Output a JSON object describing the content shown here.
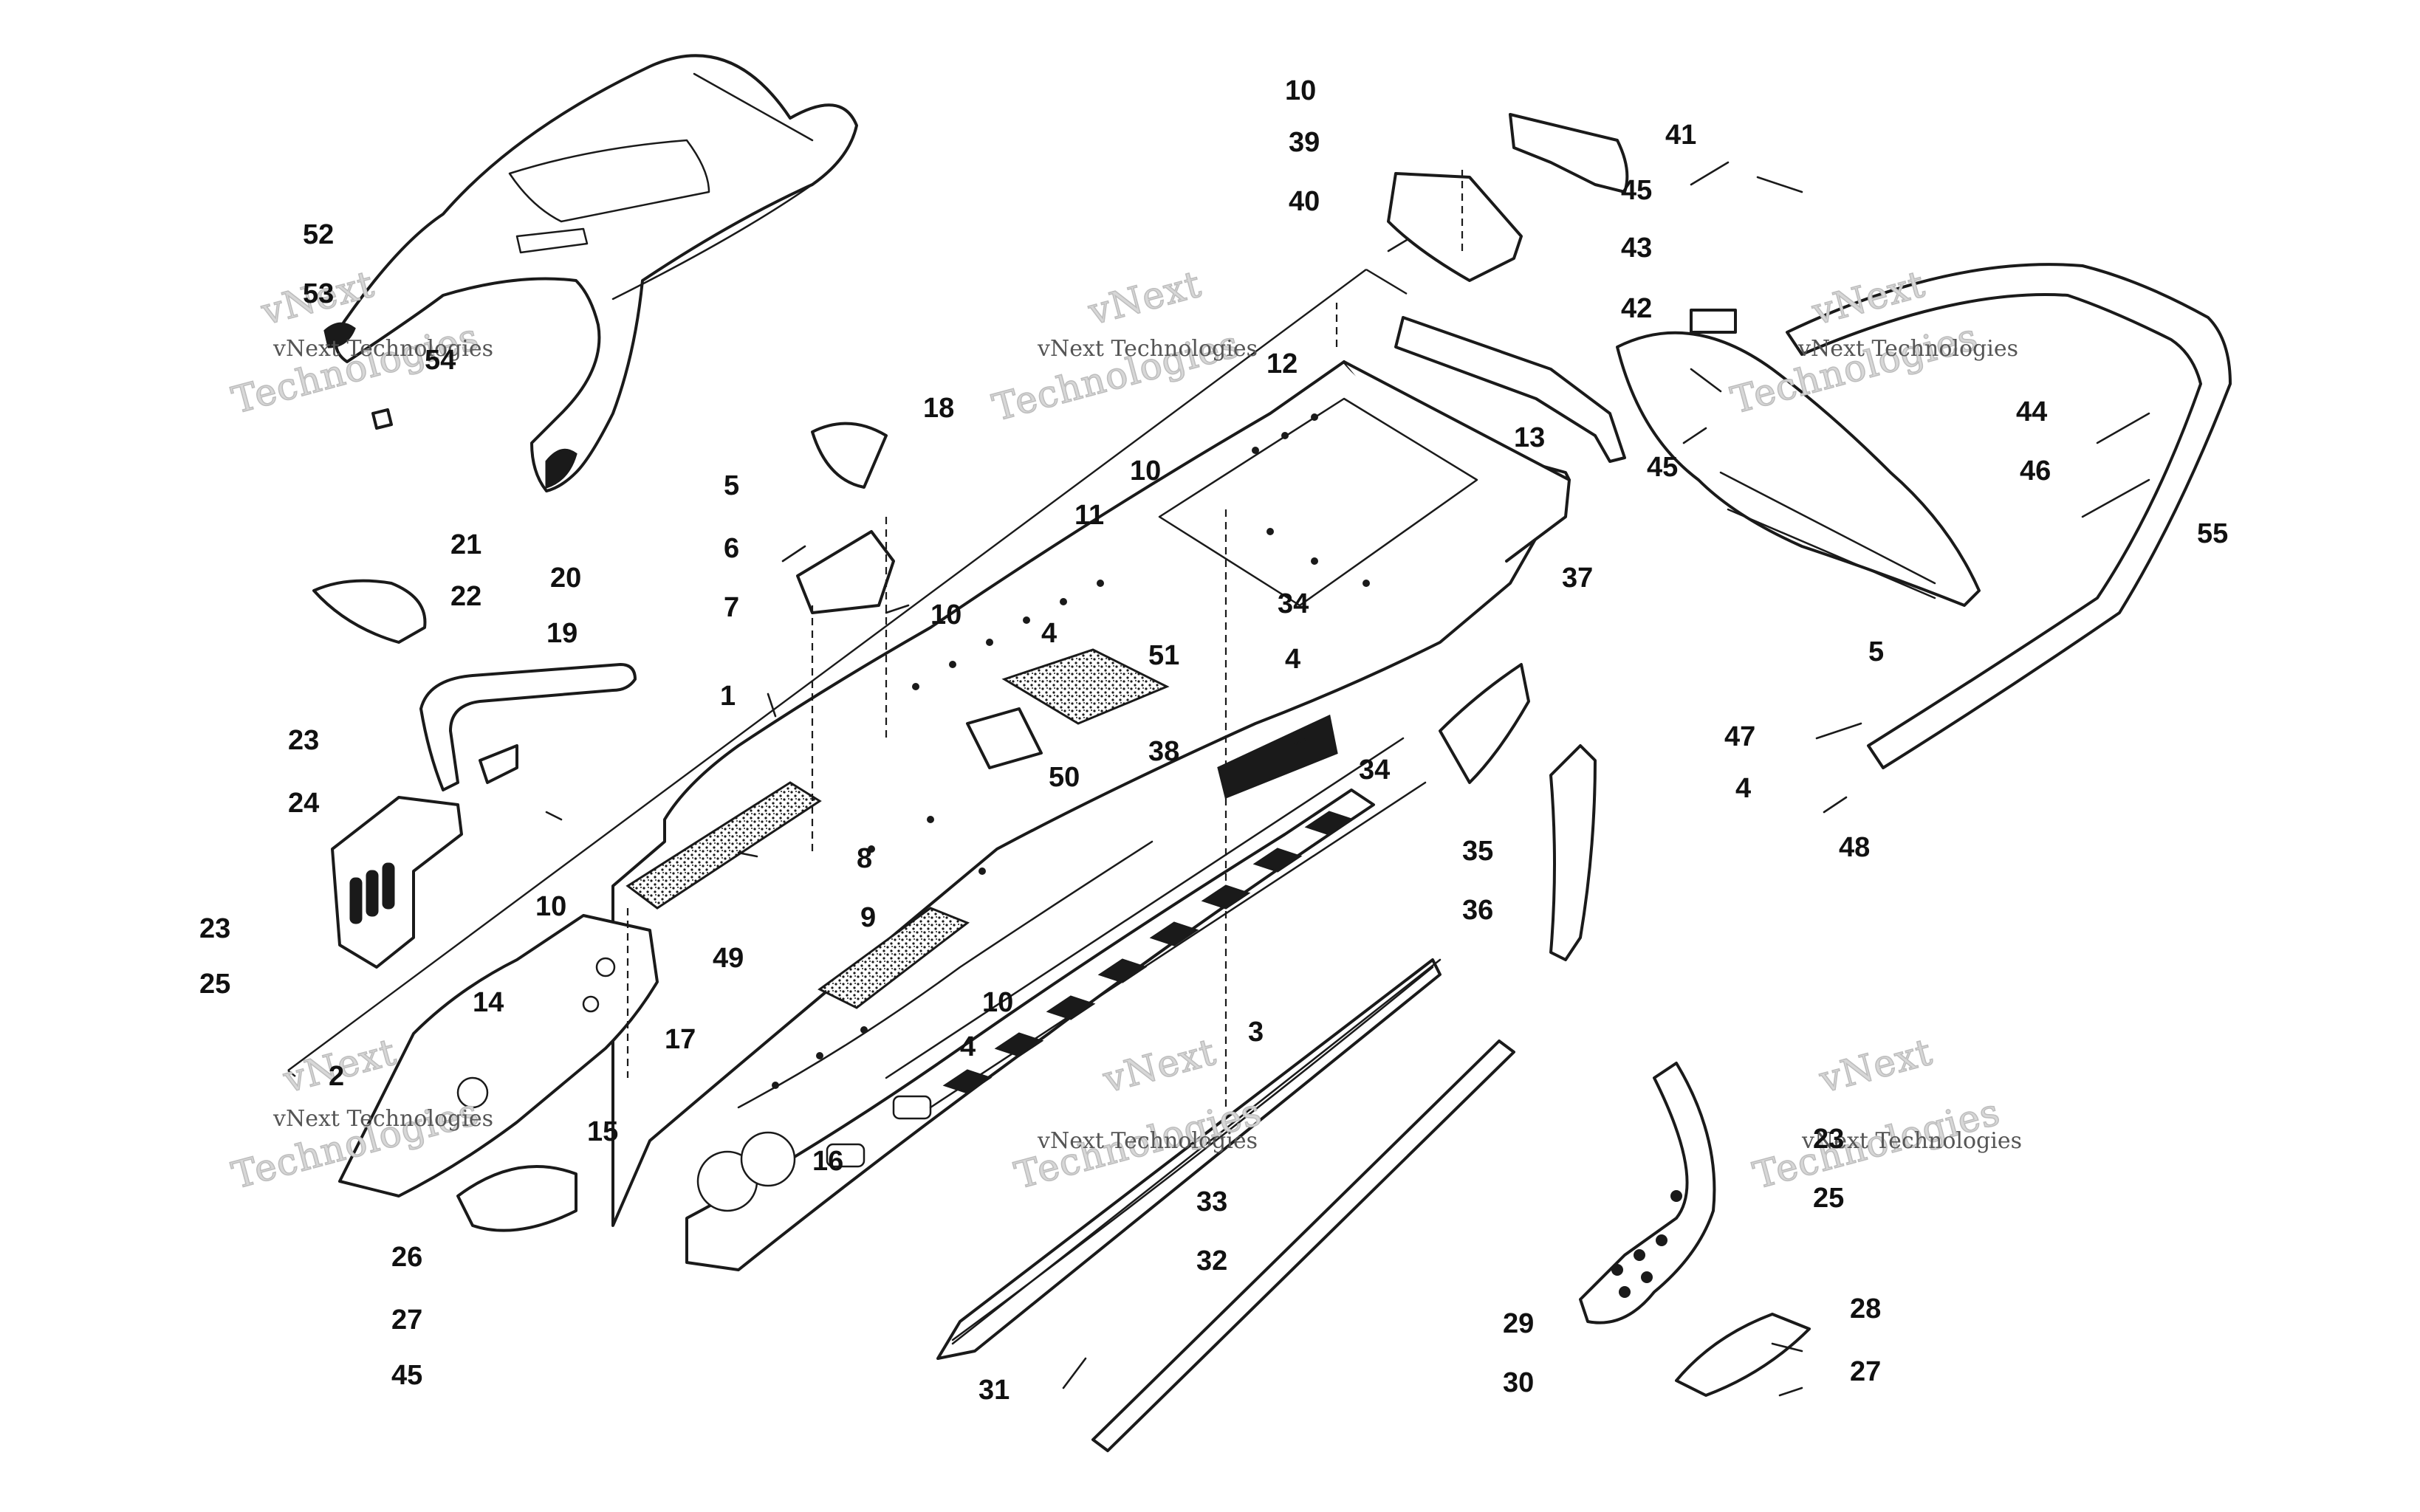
{
  "callouts": [
    "1",
    "2",
    "3",
    "4",
    "4",
    "4",
    "4",
    "5",
    "5",
    "6",
    "7",
    "8",
    "9",
    "10",
    "10",
    "10",
    "10",
    "10",
    "11",
    "12",
    "13",
    "14",
    "15",
    "16",
    "17",
    "18",
    "19",
    "20",
    "21",
    "22",
    "23",
    "23",
    "23",
    "24",
    "25",
    "25",
    "26",
    "27",
    "27",
    "28",
    "29",
    "30",
    "31",
    "32",
    "33",
    "34",
    "34",
    "35",
    "36",
    "37",
    "38",
    "39",
    "40",
    "41",
    "42",
    "43",
    "44",
    "45",
    "45",
    "45",
    "46",
    "47",
    "48",
    "49",
    "50",
    "51",
    "52",
    "53",
    "54",
    "55"
  ],
  "watermark": {
    "line1": "vNext",
    "line2": "Technologies",
    "caption": "vNext Technologies"
  },
  "colors": {
    "ink": "#1a1a1a",
    "paper": "#ffffff",
    "watermark": "#d7d7d7"
  }
}
